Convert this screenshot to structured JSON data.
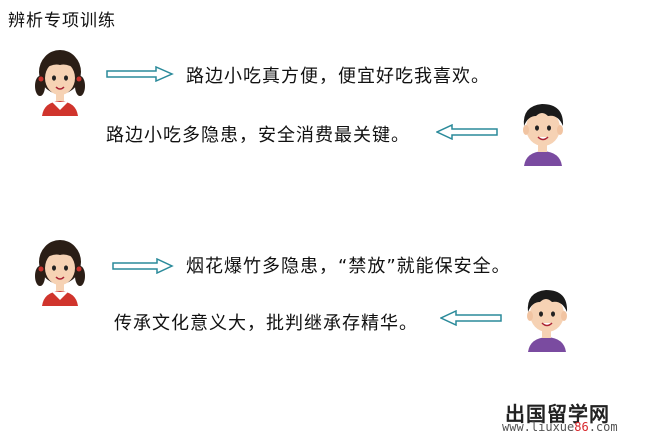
{
  "title": "辨析专项训练",
  "dialogues": [
    {
      "girl_line": "路边小吃真方便，便宜好吃我喜欢。",
      "boy_line": "路边小吃多隐患，安全消费最关键。"
    },
    {
      "girl_line": "烟花爆竹多隐患，“禁放”就能保安全。",
      "boy_line": "传承文化意义大，批判继承存精华。"
    }
  ],
  "watermark": {
    "site_name": "出国留学网",
    "url_prefix": "www.liuxue",
    "url_highlight": "86",
    "url_suffix": ".com"
  },
  "colors": {
    "arrow_fill": "#ffffff",
    "arrow_stroke": "#2a8a9a",
    "girl_hair": "#2b1e16",
    "boy_hair": "#1a1a1a",
    "skin": "#f6d2b4",
    "boy_shirt": "#7a4ba0",
    "girl_shirt": "#d0342c",
    "url_highlight": "#d7262b"
  },
  "icons": {
    "girl": "girl-avatar",
    "boy": "boy-avatar",
    "arrow_right": "arrow-right-icon",
    "arrow_left": "arrow-left-icon"
  }
}
